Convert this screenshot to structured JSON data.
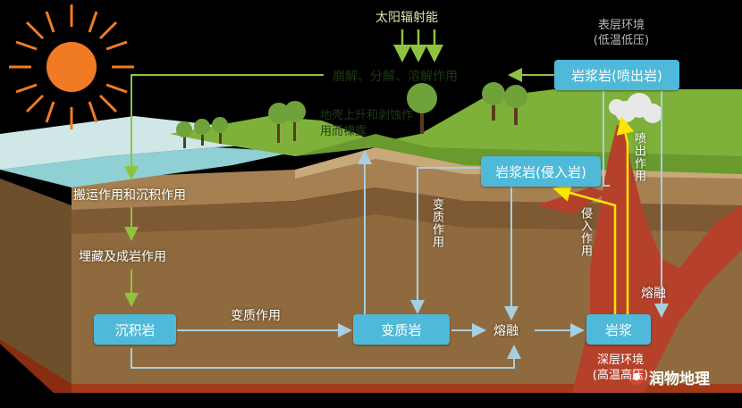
{
  "sun": {
    "label": "太阳辐射能"
  },
  "weathering": {
    "label": "崩解、分解、溶解作用"
  },
  "uplift": {
    "label": "地壳上升和剥蚀作用而裸露"
  },
  "transport": {
    "label": "搬运作用和沉积作用"
  },
  "burial": {
    "label": "埋藏及成岩作用"
  },
  "surface_env": {
    "line1": "表层环境",
    "line2": "(低温低压)"
  },
  "deep_env": {
    "line1": "深层环境",
    "line2": "(高温高压)"
  },
  "rocks": {
    "sedimentary": "沉积岩",
    "metamorphic": "变质岩",
    "magma": "岩浆",
    "extrusive": "岩浆岩(喷出岩)",
    "intrusive": "岩浆岩(侵入岩)"
  },
  "processes": {
    "metamorphism_h": "变质作用",
    "metamorphism_v": "变质作用",
    "melting_mid": "熔融",
    "melting_right": "熔融",
    "eruption": "喷出作用",
    "intrusion": "侵入作用"
  },
  "watermark": "润物地理",
  "colors": {
    "box": "#4fb9d9",
    "arrow_white": "#9fc6d8",
    "arrow_green": "#8fc33f",
    "arrow_yellow": "#ffe600",
    "sun": "#f07b24"
  }
}
